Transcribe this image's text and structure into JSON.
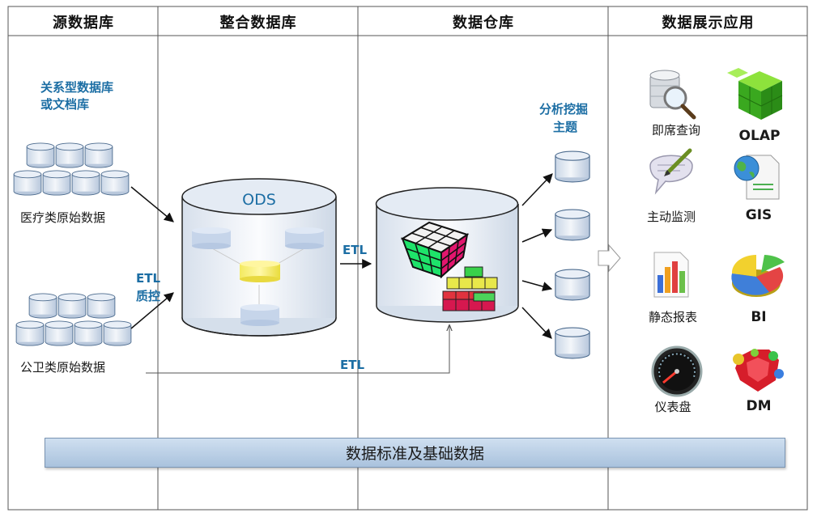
{
  "columns": [
    "源数据库",
    "整合数据库",
    "数据仓库",
    "数据展示应用"
  ],
  "source": {
    "note_line1": "关系型数据库",
    "note_line2": "或文档库",
    "group1_label": "医疗类原始数据",
    "group2_label": "公卫类原始数据",
    "etl_qc_line1": "ETL",
    "etl_qc_line2": "质控"
  },
  "ods": {
    "label": "ODS"
  },
  "warehouse": {
    "etl_label": "ETL",
    "bottom_etl_label": "ETL",
    "topics_line1": "分析挖掘",
    "topics_line2": "主题"
  },
  "apps": [
    {
      "label": "即席查询",
      "icon": "database-search-icon"
    },
    {
      "label": "OLAP",
      "icon": "green-cube-icon"
    },
    {
      "label": "主动监测",
      "icon": "speech-bubble-pen-icon"
    },
    {
      "label": "GIS",
      "icon": "globe-map-icon"
    },
    {
      "label": "静态报表",
      "icon": "bar-chart-report-icon"
    },
    {
      "label": "BI",
      "icon": "pie-chart-icon"
    },
    {
      "label": "仪表盘",
      "icon": "speedometer-icon"
    },
    {
      "label": "DM",
      "icon": "gem-icon"
    }
  ],
  "footer": {
    "label": "数据标准及基础数据"
  },
  "colors": {
    "border": "#555555",
    "arrow": "#111111",
    "blue_text": "#1c6ea4",
    "cylinder_fill": "#e6ecf4",
    "footer_bg": "#b9cfe6"
  }
}
